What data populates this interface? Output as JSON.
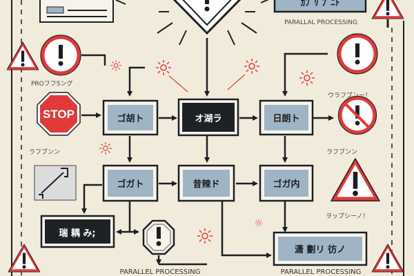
{
  "title": "Parallel processing flow diagram",
  "colors": {
    "background": "#f1ebdc",
    "box_blue": "#9fb4c4",
    "box_dark": "#1e2224",
    "warning_red": "#e03a3a",
    "ink": "#1c1f22"
  },
  "top": {
    "right_box_label": "ｶﾌﾞﾘ ﾌﾟﾆﾄ",
    "right_caption": "PARALLAL PROCESSING"
  },
  "labels": {
    "left_upper": "PROフフ5ング",
    "right_upper": "ウラフブンー！",
    "left_mid": "ラフブンン",
    "right_mid": "ラフブンン",
    "right_lower": "ヲップシーノ！",
    "bottom_center": "PARALLEL PROCESSING",
    "bottom_right": "PARALLEL PROCESSING"
  },
  "stop_sign": "STOP",
  "row1": [
    {
      "label": "ゴ胡ト"
    },
    {
      "label": "オ湖ラ"
    },
    {
      "label": "日朗ト"
    }
  ],
  "row2": [
    {
      "label": "ゴガト"
    },
    {
      "label": "昔辣ド"
    },
    {
      "label": "ゴガ内"
    }
  ],
  "row3": {
    "left_box": "瑞 耦 み;",
    "right_box": "潇 劃リ 彷ノ"
  },
  "icons": [
    "warning-triangle-icon",
    "exclamation-circle-icon",
    "stop-sign-icon",
    "no-symbol-icon",
    "spark-icon",
    "document-icon",
    "tool-icon"
  ]
}
